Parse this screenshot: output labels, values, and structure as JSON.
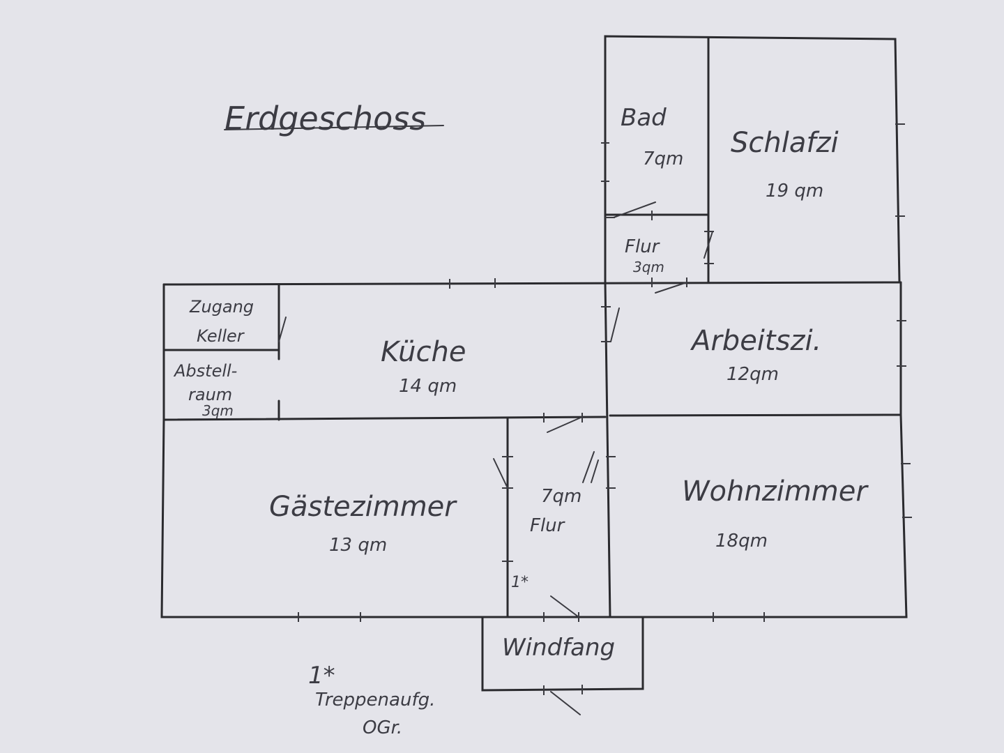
{
  "title": "Erdgeschoss",
  "rooms": {
    "bad": {
      "name": "Bad",
      "area": "7qm"
    },
    "schlafzi": {
      "name": "Schlafzi",
      "area": "19 qm"
    },
    "flur_top": {
      "name": "Flur",
      "area": "3qm"
    },
    "zugang_keller": {
      "line1": "Zugang",
      "line2": "Keller"
    },
    "abstellraum": {
      "line1": "Abstell-",
      "line2": "raum",
      "area": "3qm"
    },
    "kueche": {
      "name": "Küche",
      "area": "14 qm"
    },
    "arbeitszi": {
      "name": "Arbeitszi.",
      "area": "12qm"
    },
    "gaestezimmer": {
      "name": "Gästezimmer",
      "area": "13 qm"
    },
    "flur_mid": {
      "name": "Flur",
      "area": "7qm"
    },
    "wohnzimmer": {
      "name": "Wohnzimmer",
      "area": "18qm"
    },
    "windfang": {
      "name": "Windfang"
    }
  },
  "stair_marker": "1*",
  "note": {
    "marker": "1*",
    "line1": "Treppenaufg.",
    "line2": "OGr."
  },
  "colors": {
    "paper": "#e4e4ea",
    "pencil": "#2a2a2e"
  }
}
